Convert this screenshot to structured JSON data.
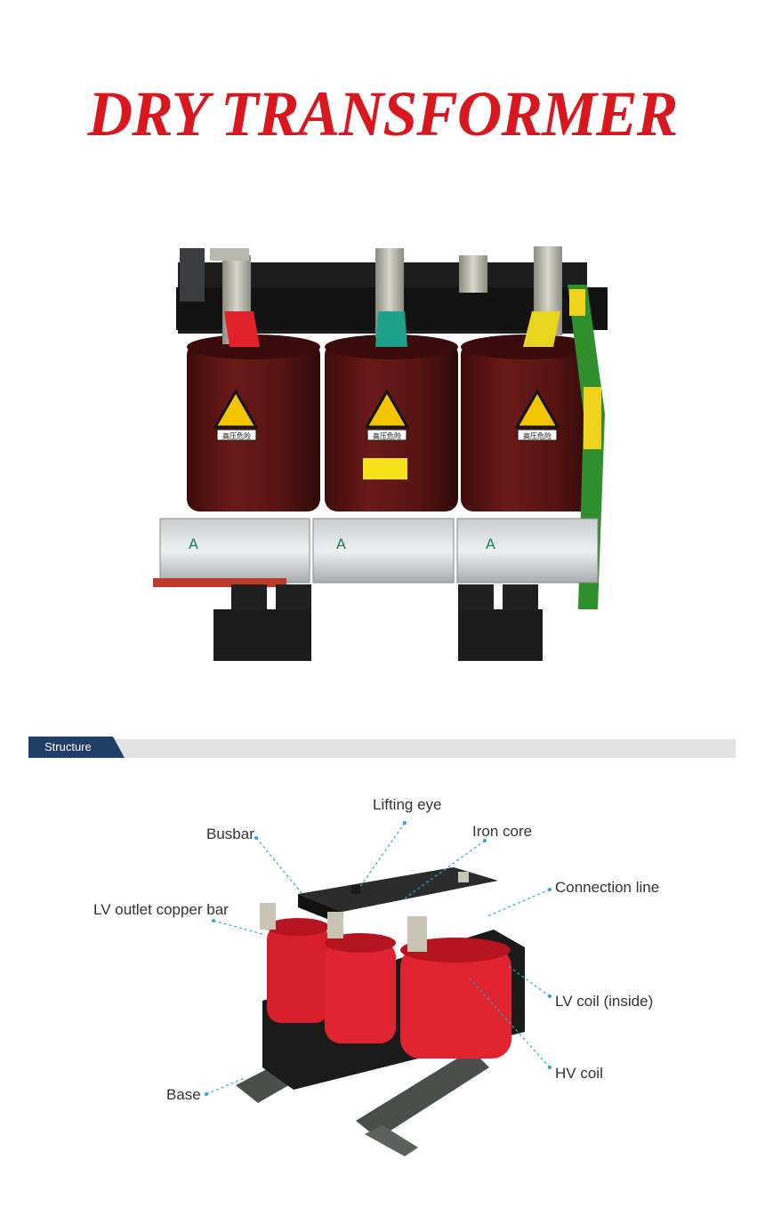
{
  "page": {
    "title": "DRY TRANSFORMER",
    "title_color": "#d9171e"
  },
  "hero": {
    "warning_label": "高压危险",
    "phase_mark": "A"
  },
  "structure_section": {
    "tab_label": "Structure",
    "tab_color": "#1f3f66"
  },
  "diagram": {
    "labels": {
      "lifting_eye": "Lifting eye",
      "busbar": "Busbar",
      "iron_core": "Iron core",
      "connection_line": "Connection line",
      "lv_outlet": "LV outlet copper bar",
      "lv_coil": "LV coil (inside)",
      "hv_coil": "HV coil",
      "base": "Base"
    },
    "leader_color": "#26a9d6",
    "coil_color": "#d71f2b"
  }
}
